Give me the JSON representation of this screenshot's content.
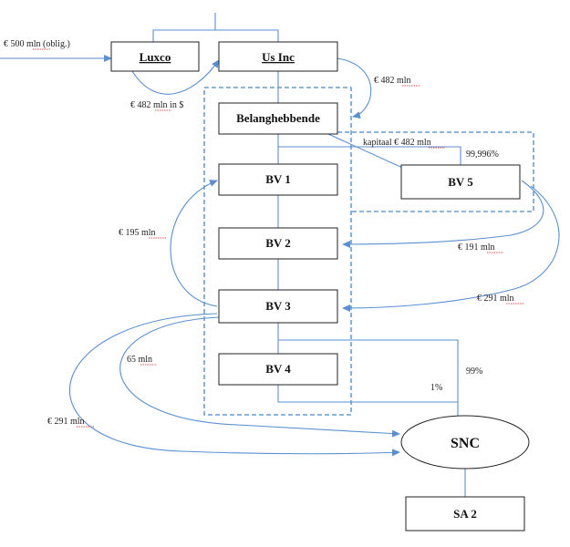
{
  "entities": {
    "luxco": "Luxco",
    "us_inc": "Us Inc",
    "belanghebbende": "Belanghebbende",
    "bv1": "BV 1",
    "bv2": "BV 2",
    "bv3": "BV 3",
    "bv4": "BV 4",
    "bv5": "BV 5",
    "snc": "SNC",
    "sa2": "SA 2"
  },
  "labels": {
    "loan_in": "€ 500 mln (oblig.)",
    "luxco_to_usinc": "€ 482 mln in $",
    "usinc_to_belang": "€ 482 mln",
    "kapitaal": "kapitaal € 482 mln",
    "bv5_pct": "99,996%",
    "bv3_to_bv1": "€ 195 mln",
    "bv5_to_bv2": "€ 191 mln",
    "bv5_to_bv3": "€ 291 mln",
    "bv3_to_snc_65": "65 mln",
    "bv3_to_snc_291": "€ 291 mln",
    "snc_99": "99%",
    "snc_1": "1%"
  }
}
